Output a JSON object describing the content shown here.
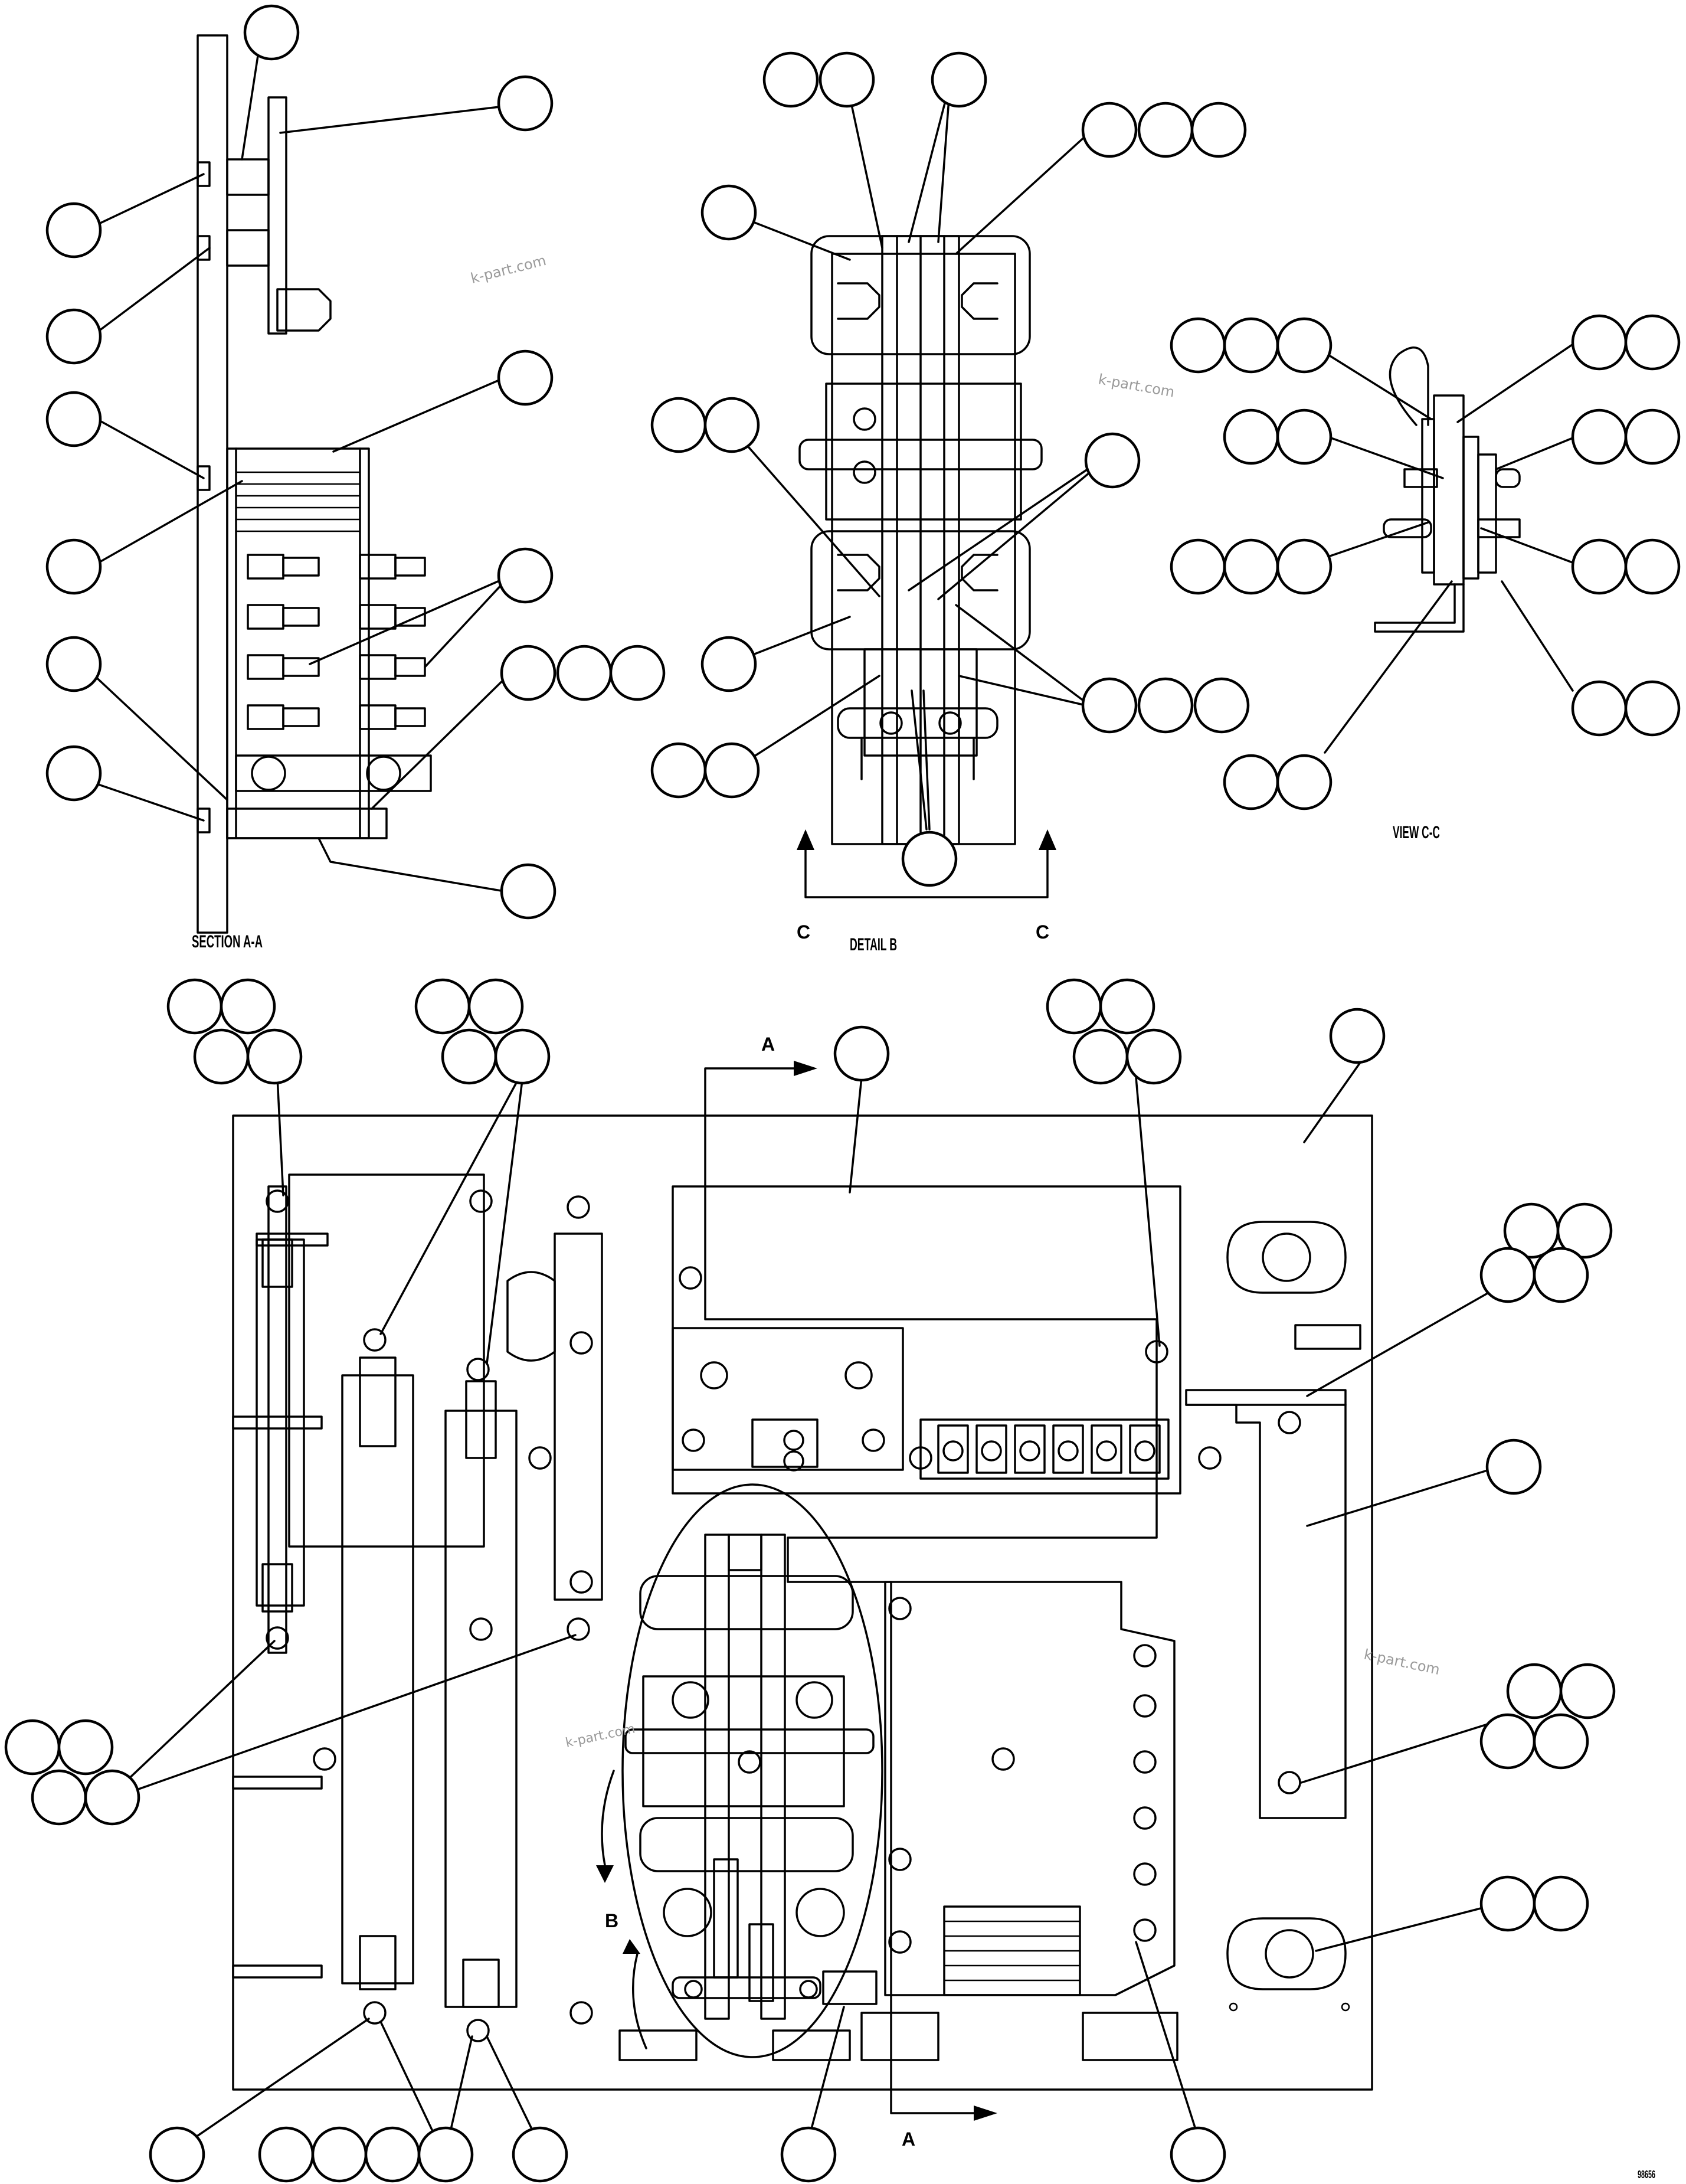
{
  "labels": {
    "section_aa": "SECTION A-A",
    "detail_b": "DETAIL B",
    "view_cc": "VIEW C-C",
    "cut_a_top": "A",
    "cut_a_bottom": "A",
    "cut_c_left": "C",
    "cut_c_right": "C",
    "detail_b_marker": "B",
    "corner_code": "98656"
  },
  "watermarks": [
    "k-part.com",
    "k-part.com",
    "k-part.com",
    "k-part.com"
  ]
}
